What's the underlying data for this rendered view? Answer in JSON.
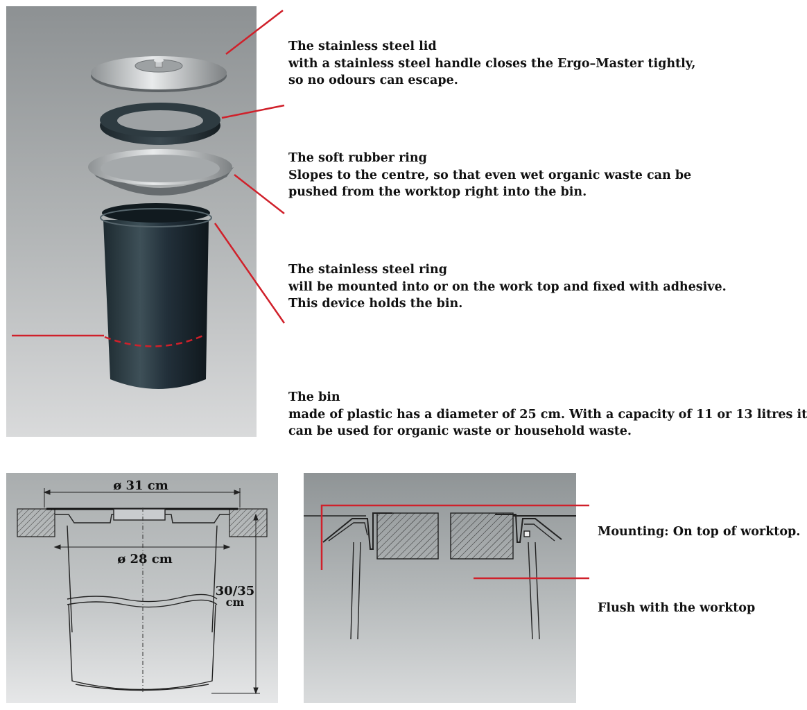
{
  "components": [
    {
      "title": "The stainless steel lid",
      "lines": [
        "with a stainless steel handle closes the Ergo–Master tightly,",
        "so no odours can escape."
      ]
    },
    {
      "title": "The soft rubber ring",
      "lines": [
        "Slopes to the centre, so that even wet organic waste can be",
        "pushed from the worktop right into the bin."
      ]
    },
    {
      "title": "The stainless steel ring",
      "lines": [
        "will be mounted into or on the work top and fixed with adhesive.",
        "This device holds the bin."
      ]
    },
    {
      "title": "The bin",
      "lines": [
        "made of plastic has a diameter of 25 cm. With a capacity of 11 or 13 litres it",
        "can be used for organic waste or household waste."
      ]
    }
  ],
  "dimensions": {
    "outer_diameter": "ø 31 cm",
    "inner_diameter": "ø 28 cm",
    "height_value": "30/35",
    "height_unit": "cm"
  },
  "mounting": {
    "on_top": "Mounting: On top of worktop.",
    "flush": "Flush with the worktop"
  },
  "colors": {
    "callout": "#d0202a"
  }
}
